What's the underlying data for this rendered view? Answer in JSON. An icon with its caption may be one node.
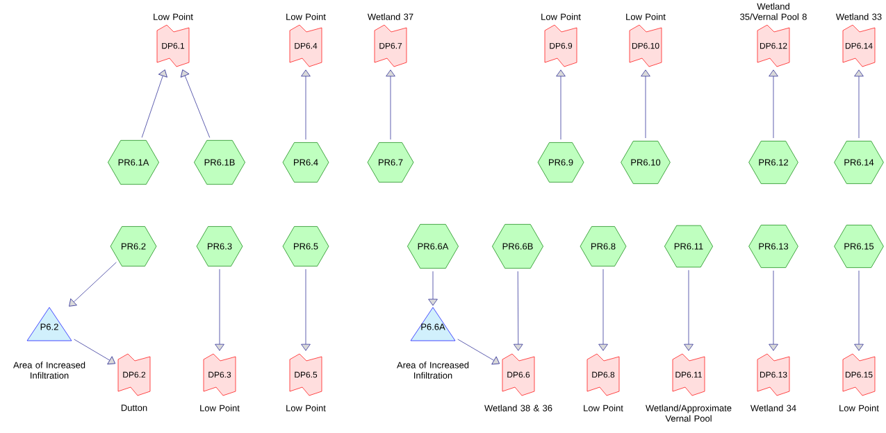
{
  "diagram": {
    "nodes": [
      {
        "text": [
          "DP6.1"
        ],
        "beside": [
          "Low Point"
        ]
      },
      {
        "text": [
          "DP6.4"
        ],
        "beside": [
          "Low Point"
        ]
      },
      {
        "text": [
          "DP6.7"
        ],
        "beside": [
          "Wetland 37"
        ]
      },
      {
        "text": [
          "DP6.9"
        ],
        "beside": [
          "Low Point"
        ]
      },
      {
        "text": [
          "DP6.10"
        ],
        "beside": [
          "Low Point"
        ]
      },
      {
        "text": [
          "DP6.12"
        ],
        "beside": [
          "Wetland 35/Vernal Pool 8"
        ]
      },
      {
        "text": [
          "DP6.14"
        ],
        "beside": [
          "Wetland 33"
        ]
      },
      {
        "text": [
          "PR6.1A"
        ]
      },
      {
        "text": [
          "PR6.1B"
        ]
      },
      {
        "text": [
          "PR6.4"
        ]
      },
      {
        "text": [
          "PR6.7"
        ]
      },
      {
        "text": [
          "PR6.9"
        ]
      },
      {
        "text": [
          "PR6.10"
        ]
      },
      {
        "text": [
          "PR6.12"
        ]
      },
      {
        "text": [
          "PR6.14"
        ]
      },
      {
        "text": [
          "PR6.2"
        ]
      },
      {
        "text": [
          "PR6.3"
        ]
      },
      {
        "text": [
          "PR6.5"
        ]
      },
      {
        "text": [
          "PR6.6A"
        ]
      },
      {
        "text": [
          "PR6.6B"
        ]
      },
      {
        "text": [
          "PR6.8"
        ]
      },
      {
        "text": [
          "PR6.11"
        ]
      },
      {
        "text": [
          "PR6.13"
        ]
      },
      {
        "text": [
          "PR6.15"
        ]
      },
      {
        "text": [
          "P6.2"
        ],
        "beside": [
          "Area of Increased Infiltration"
        ]
      },
      {
        "text": [
          "P6.6A"
        ],
        "beside": [
          "Area of Increased Infiltration"
        ]
      },
      {
        "text": [
          "DP6.2"
        ],
        "beside": [
          "Dutton"
        ]
      },
      {
        "text": [
          "DP6.3"
        ],
        "beside": [
          "Low Point"
        ]
      },
      {
        "text": [
          "DP6.5"
        ],
        "beside": [
          "Low Point"
        ]
      },
      {
        "text": [
          "DP6.6"
        ],
        "beside": [
          "Wetland 38 & 36"
        ]
      },
      {
        "text": [
          "DP6.8"
        ],
        "beside": [
          "Low Point"
        ]
      },
      {
        "text": [
          "DP6.11"
        ],
        "beside": [
          "Wetland/Approximate Vernal Pool"
        ]
      },
      {
        "text": [
          "DP6.13"
        ],
        "beside": [
          "Wetland 34"
        ]
      },
      {
        "text": [
          "DP6.15"
        ],
        "beside": [
          "Low Point"
        ]
      }
    ],
    "edges": [
      {
        "from": 7,
        "to": 0,
        "arrow": "to"
      },
      {
        "from": 8,
        "to": 0,
        "arrow": "to"
      },
      {
        "from": 9,
        "to": 1,
        "arrow": "to"
      },
      {
        "from": 10,
        "to": 2,
        "arrow": "to"
      },
      {
        "from": 11,
        "to": 3,
        "arrow": "to"
      },
      {
        "from": 12,
        "to": 4,
        "arrow": "to"
      },
      {
        "from": 13,
        "to": 5,
        "arrow": "to"
      },
      {
        "from": 14,
        "to": 6,
        "arrow": "to"
      },
      {
        "from": 15,
        "to": 24,
        "arrow": "to"
      },
      {
        "from": 24,
        "to": 26,
        "arrow": "to"
      },
      {
        "from": 16,
        "to": 27,
        "arrow": "to"
      },
      {
        "from": 17,
        "to": 28,
        "arrow": "to"
      },
      {
        "from": 18,
        "to": 25,
        "arrow": "to"
      },
      {
        "from": 25,
        "to": 29,
        "arrow": "to"
      },
      {
        "from": 19,
        "to": 29,
        "arrow": "to"
      },
      {
        "from": 20,
        "to": 30,
        "arrow": "to"
      },
      {
        "from": 21,
        "to": 31,
        "arrow": "to"
      },
      {
        "from": 22,
        "to": 32,
        "arrow": "to"
      },
      {
        "from": 23,
        "to": 33,
        "arrow": "to"
      }
    ]
  }
}
